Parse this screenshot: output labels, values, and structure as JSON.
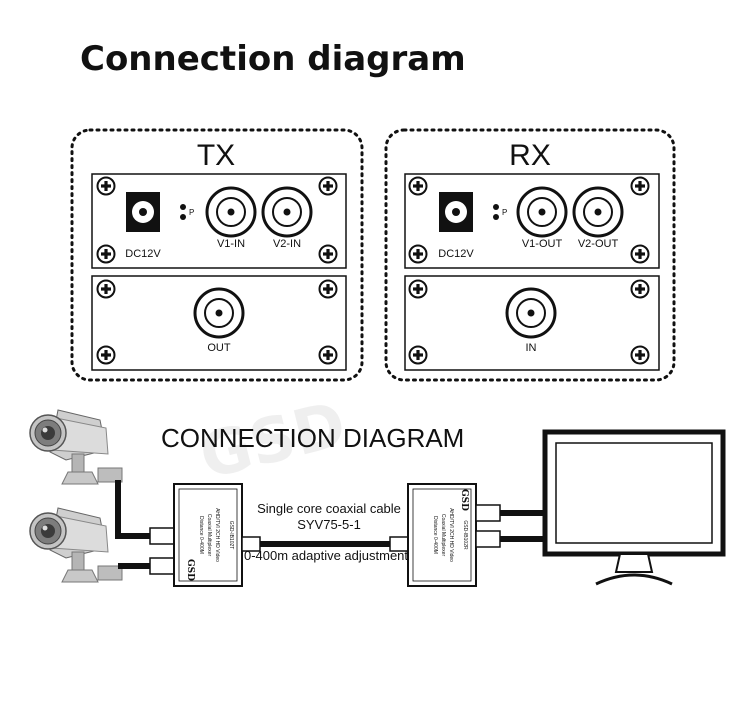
{
  "header": {
    "title": "Connection diagram"
  },
  "tx": {
    "heading": "TX",
    "power_label": "DC12V",
    "led_label": "P",
    "port1_label": "V1-IN",
    "port2_label": "V2-IN",
    "out_label": "OUT"
  },
  "rx": {
    "heading": "RX",
    "power_label": "DC12V",
    "led_label": "P",
    "port1_label": "V1-OUT",
    "port2_label": "V2-OUT",
    "in_label": "IN"
  },
  "diagram": {
    "title": "CONNECTION DIAGRAM",
    "cable_line1": "Single core coaxial cable",
    "cable_line2": "SYV75-5-1",
    "distance_note": "0-400m adaptive adjustment"
  },
  "tx_device": {
    "brand": "GSD",
    "model": "GSD-IB102T",
    "spec1": "AHD/TVI 2CH HD Video",
    "spec2": "Coaxial Multiplexer",
    "spec3": "Distance 0-400M"
  },
  "rx_device": {
    "brand": "GSD",
    "model": "GSD-IB102R",
    "spec1": "AHD/TVI 2CH HD Video",
    "spec2": "Coaxial Multiplexer",
    "spec3": "Distance 0-400M"
  },
  "watermark": "GSD",
  "icons": [
    "screw-icon",
    "bnc-connector-icon",
    "dc-jack-icon",
    "led-indicator-icon",
    "camera-icon",
    "monitor-icon"
  ]
}
